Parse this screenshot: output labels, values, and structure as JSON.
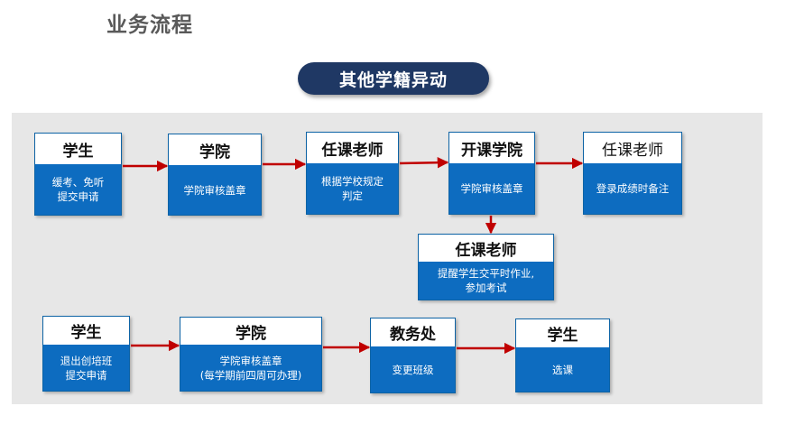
{
  "title": "业务流程",
  "section": "其他学籍异动",
  "flow1": [
    {
      "head": "学生",
      "body": [
        "缓考、免听",
        "提交申请"
      ]
    },
    {
      "head": "学院",
      "body": [
        "学院审核盖章"
      ]
    },
    {
      "head": "任课老师",
      "body": [
        "根据学校规定",
        "判定"
      ]
    },
    {
      "head": "开课学院",
      "body": [
        "学院审核盖章"
      ]
    },
    {
      "head": "任课老师",
      "body": [
        "登录成绩时备注"
      ]
    },
    {
      "head": "任课老师",
      "body": [
        "提醒学生交平时作业,",
        "参加考试"
      ]
    }
  ],
  "flow2": [
    {
      "head": "学生",
      "body": [
        "退出创培班",
        "提交申请"
      ]
    },
    {
      "head": "学院",
      "body": [
        "学院审核盖章",
        "(每学期前四周可办理)"
      ]
    },
    {
      "head": "教务处",
      "body": [
        "变更班级"
      ]
    },
    {
      "head": "学生",
      "body": [
        "选课"
      ]
    }
  ],
  "colors": {
    "arrow": "#c00000",
    "node": "#0d6cc0",
    "pill": "#1f3864"
  }
}
